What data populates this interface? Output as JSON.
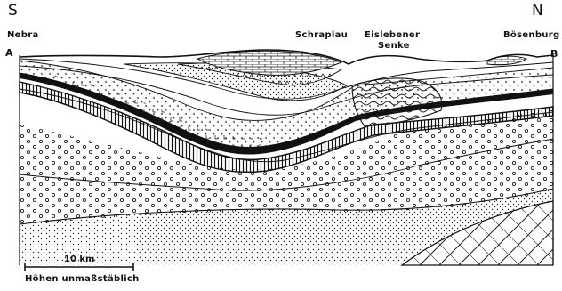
{
  "directions": {
    "south": "S",
    "north": "N"
  },
  "places": {
    "nebra": "Nebra",
    "schraplau": "Schraplau",
    "eisleben": "Eislebener",
    "senke": "Senke",
    "boesenburg": "Bösenburg"
  },
  "section_ends": {
    "start": "A",
    "end": "B"
  },
  "scale_bar": {
    "label": "10 km"
  },
  "note": "Höhen unmaßstäblich",
  "colors": {
    "ink": "#111111",
    "paper": "#ffffff"
  }
}
